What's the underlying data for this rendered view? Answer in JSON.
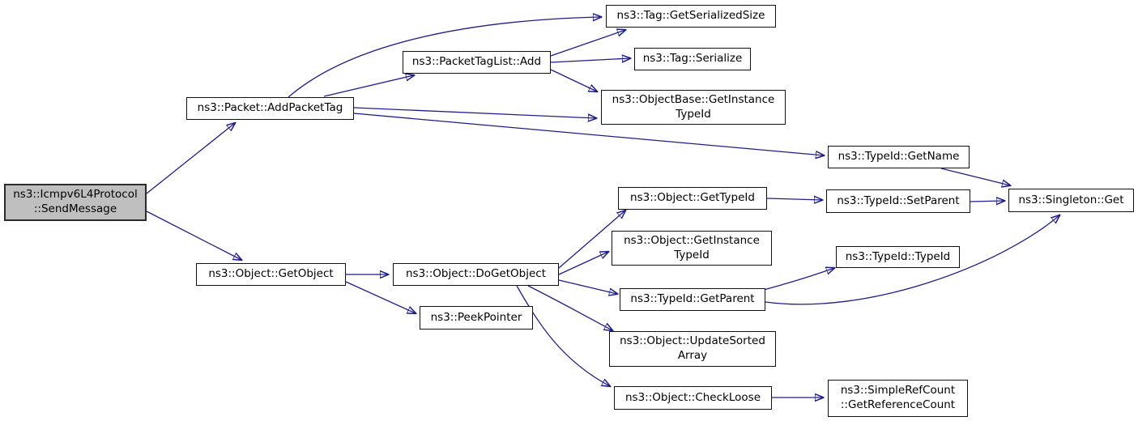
{
  "diagram": {
    "type": "call-graph",
    "root_function": "ns3::Icmpv6L4Protocol::SendMessage",
    "colors": {
      "background": "#ffffff",
      "node_fill": "#ffffff",
      "node_border": "#111111",
      "root_fill": "#bfbfbf",
      "edge": "#1f1d8c",
      "text": "#000000"
    },
    "nodes": [
      {
        "label": "ns3::Icmpv6L4Protocol\n::SendMessage"
      },
      {
        "label": "ns3::Packet::AddPacketTag"
      },
      {
        "label": "ns3::PacketTagList::Add"
      },
      {
        "label": "ns3::Tag::GetSerializedSize"
      },
      {
        "label": "ns3::Tag::Serialize"
      },
      {
        "label": "ns3::ObjectBase::GetInstance\nTypeId"
      },
      {
        "label": "ns3::TypeId::GetName"
      },
      {
        "label": "ns3::Singleton::Get"
      },
      {
        "label": "ns3::TypeId::SetParent"
      },
      {
        "label": "ns3::Object::GetTypeId"
      },
      {
        "label": "ns3::Object::GetInstance\nTypeId"
      },
      {
        "label": "ns3::TypeId::TypeId"
      },
      {
        "label": "ns3::TypeId::GetParent"
      },
      {
        "label": "ns3::Object::GetObject"
      },
      {
        "label": "ns3::Object::DoGetObject"
      },
      {
        "label": "ns3::PeekPointer"
      },
      {
        "label": "ns3::Object::UpdateSorted\nArray"
      },
      {
        "label": "ns3::Object::CheckLoose"
      },
      {
        "label": "ns3::SimpleRefCount\n::GetReferenceCount"
      }
    ],
    "edges": [
      {
        "from": "ns3::Icmpv6L4Protocol::SendMessage",
        "to": "ns3::Packet::AddPacketTag"
      },
      {
        "from": "ns3::Icmpv6L4Protocol::SendMessage",
        "to": "ns3::Object::GetObject"
      },
      {
        "from": "ns3::Packet::AddPacketTag",
        "to": "ns3::Tag::GetSerializedSize"
      },
      {
        "from": "ns3::Packet::AddPacketTag",
        "to": "ns3::PacketTagList::Add"
      },
      {
        "from": "ns3::Packet::AddPacketTag",
        "to": "ns3::ObjectBase::GetInstanceTypeId"
      },
      {
        "from": "ns3::Packet::AddPacketTag",
        "to": "ns3::TypeId::GetName"
      },
      {
        "from": "ns3::PacketTagList::Add",
        "to": "ns3::Tag::GetSerializedSize"
      },
      {
        "from": "ns3::PacketTagList::Add",
        "to": "ns3::Tag::Serialize"
      },
      {
        "from": "ns3::PacketTagList::Add",
        "to": "ns3::ObjectBase::GetInstanceTypeId"
      },
      {
        "from": "ns3::TypeId::GetName",
        "to": "ns3::Singleton::Get"
      },
      {
        "from": "ns3::TypeId::SetParent",
        "to": "ns3::Singleton::Get"
      },
      {
        "from": "ns3::Object::GetObject",
        "to": "ns3::Object::DoGetObject"
      },
      {
        "from": "ns3::Object::GetObject",
        "to": "ns3::PeekPointer"
      },
      {
        "from": "ns3::Object::DoGetObject",
        "to": "ns3::Object::GetTypeId"
      },
      {
        "from": "ns3::Object::DoGetObject",
        "to": "ns3::Object::GetInstanceTypeId"
      },
      {
        "from": "ns3::Object::DoGetObject",
        "to": "ns3::TypeId::GetParent"
      },
      {
        "from": "ns3::Object::DoGetObject",
        "to": "ns3::Object::UpdateSortedArray"
      },
      {
        "from": "ns3::Object::DoGetObject",
        "to": "ns3::Object::CheckLoose"
      },
      {
        "from": "ns3::Object::GetTypeId",
        "to": "ns3::TypeId::SetParent"
      },
      {
        "from": "ns3::TypeId::GetParent",
        "to": "ns3::TypeId::TypeId"
      },
      {
        "from": "ns3::TypeId::GetParent",
        "to": "ns3::Singleton::Get"
      },
      {
        "from": "ns3::Object::CheckLoose",
        "to": "ns3::SimpleRefCount::GetReferenceCount"
      }
    ]
  }
}
